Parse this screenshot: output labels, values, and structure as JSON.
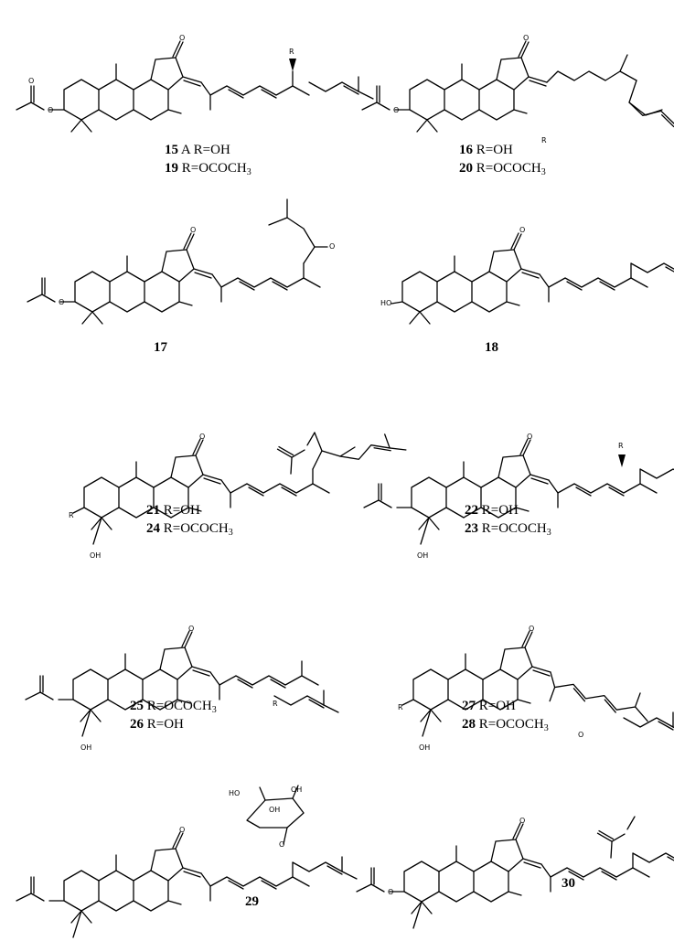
{
  "atoms": {
    "oxygen": "O",
    "hydroxyl": "OH",
    "hydroxyl_left": "HO",
    "substituent": "R"
  },
  "compounds": [
    {
      "id": "c15",
      "lines": [
        {
          "num": "15",
          "text": " A R=OH"
        },
        {
          "num": "19",
          "text": " R=OCOCH",
          "sub": "3"
        }
      ]
    },
    {
      "id": "c16",
      "lines": [
        {
          "num": "16",
          "text": " R=OH"
        },
        {
          "num": "20",
          "text": " R=OCOCH",
          "sub": "3"
        }
      ]
    },
    {
      "id": "c17",
      "lines": [
        {
          "num": "17"
        }
      ]
    },
    {
      "id": "c18",
      "lines": [
        {
          "num": "18"
        }
      ]
    },
    {
      "id": "c21",
      "lines": [
        {
          "num": "21",
          "text": " R=OH"
        },
        {
          "num": "24",
          "text": " R=OCOCH",
          "sub": "3"
        }
      ]
    },
    {
      "id": "c22",
      "lines": [
        {
          "num": "22",
          "text": " R=OH"
        },
        {
          "num": "23",
          "text": " R=OCOCH",
          "sub": "3"
        }
      ]
    },
    {
      "id": "c25",
      "lines": [
        {
          "num": "25",
          "text": " R=OCOCH",
          "sub": "3"
        },
        {
          "num": "26",
          "text": " R=OH"
        }
      ]
    },
    {
      "id": "c27",
      "lines": [
        {
          "num": "27",
          "text": " R=OH"
        },
        {
          "num": "28",
          "text": " R=OCOCH",
          "sub": "3"
        }
      ]
    },
    {
      "id": "c29",
      "lines": [
        {
          "num": "29"
        }
      ]
    },
    {
      "id": "c30",
      "lines": [
        {
          "num": "30"
        }
      ]
    }
  ]
}
